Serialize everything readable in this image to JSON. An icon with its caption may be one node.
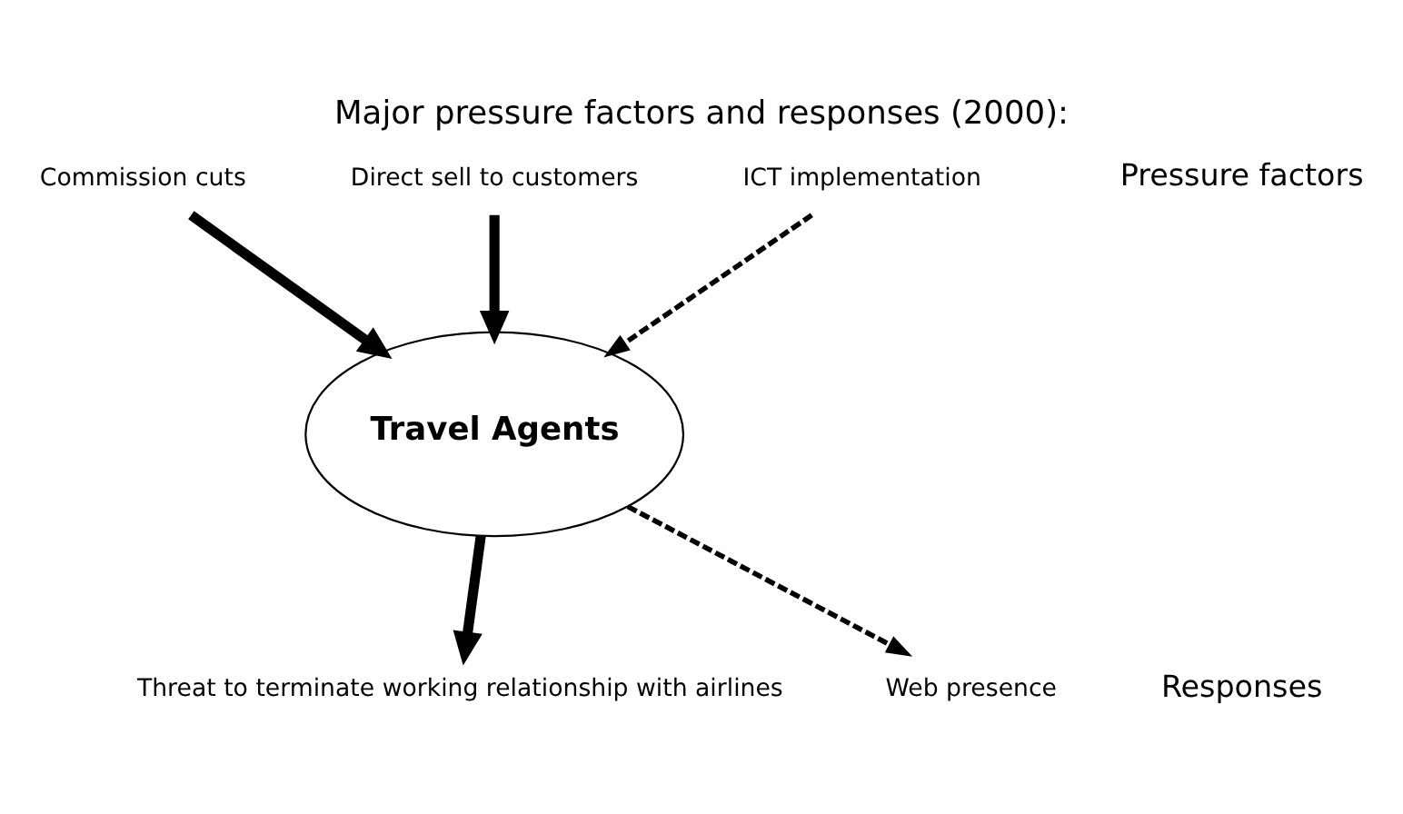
{
  "diagram": {
    "title": "Major pressure factors and responses (2000):",
    "nodes": [
      {
        "text": [
          "Commission cuts"
        ]
      },
      {
        "text": [
          "Direct sell to customers"
        ]
      },
      {
        "text": [
          "ICT implementation"
        ]
      },
      {
        "text": [
          "Travel Agents"
        ]
      },
      {
        "text": [
          "Threat to terminate working relationship with airlines"
        ]
      },
      {
        "text": [
          "Web presence"
        ]
      }
    ],
    "edges": [
      {
        "from": 0,
        "to": 3,
        "arrow": "to"
      },
      {
        "from": 1,
        "to": 3,
        "arrow": "to"
      },
      {
        "from": 2,
        "to": 3,
        "arrow": "to",
        "style": "dashed"
      },
      {
        "from": 3,
        "to": 4,
        "arrow": "to"
      },
      {
        "from": 3,
        "to": 5,
        "arrow": "to",
        "style": "dashed"
      }
    ],
    "labels": [
      "Pressure factors",
      "Responses"
    ]
  }
}
